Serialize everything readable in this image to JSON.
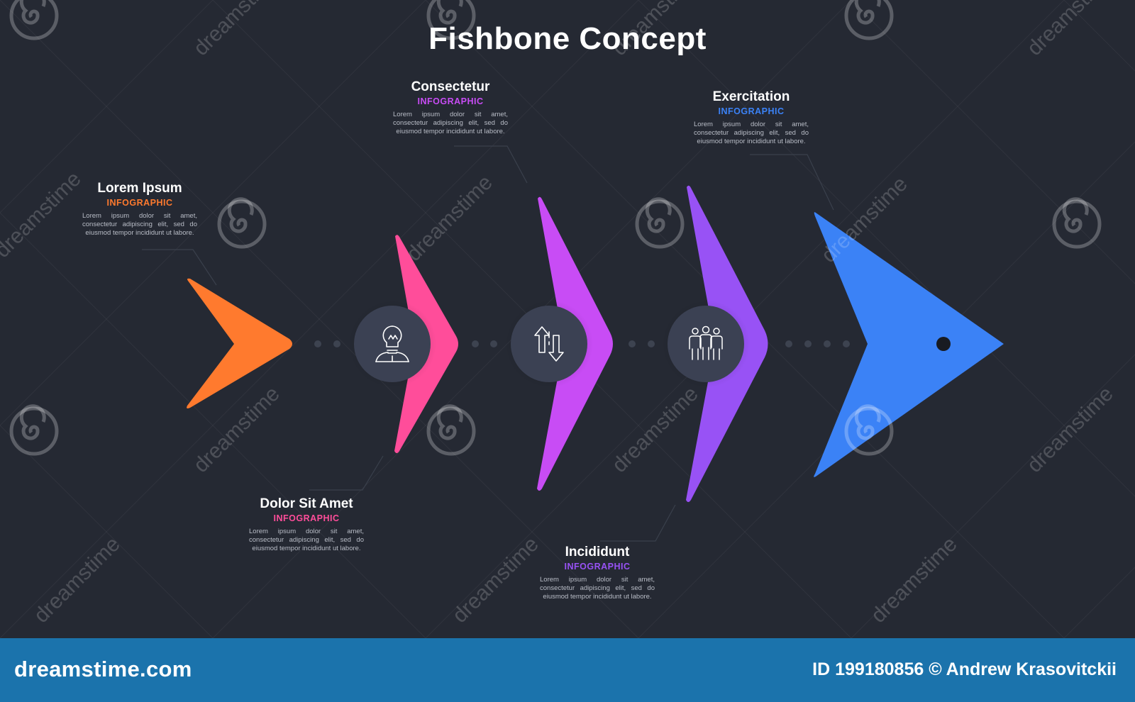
{
  "title": "Fishbone Concept",
  "steps": [
    {
      "title": "Lorem Ipsum",
      "subtitle": "INFOGRAPHIC",
      "text": "Lorem ipsum dolor sit amet, consectetur adipiscing elit, sed do eiusmod tempor incididunt ut labore.",
      "color": "#ff7a2e"
    },
    {
      "title": "Dolor Sit Amet",
      "subtitle": "INFOGRAPHIC",
      "text": "Lorem ipsum dolor sit amet, consectetur adipiscing elit, sed do eiusmod tempor incididunt ut labore.",
      "color": "#ff4d9a",
      "icon": "lightbulb-head-icon"
    },
    {
      "title": "Consectetur",
      "subtitle": "INFOGRAPHIC",
      "text": "Lorem ipsum dolor sit amet, consectetur adipiscing elit, sed do eiusmod tempor incididunt ut labore.",
      "color": "#c84cf5",
      "icon": "up-down-arrows-icon"
    },
    {
      "title": "Incididunt",
      "subtitle": "INFOGRAPHIC",
      "text": "Lorem ipsum dolor sit amet, consectetur adipiscing elit, sed do eiusmod tempor incididunt ut labore.",
      "color": "#9852f5",
      "icon": "team-icon"
    },
    {
      "title": "Exercitation",
      "subtitle": "INFOGRAPHIC",
      "text": "Lorem ipsum dolor sit amet, consectetur adipiscing elit, sed do eiusmod tempor incididunt ut labore.",
      "color": "#3b82f6"
    }
  ],
  "background_color": "#252933",
  "watermark": "dreamstime",
  "footer": {
    "brand": "dreamstime.com",
    "credit": "ID 199180856 © Andrew Krasovitckii",
    "color": "#1b73ac"
  }
}
